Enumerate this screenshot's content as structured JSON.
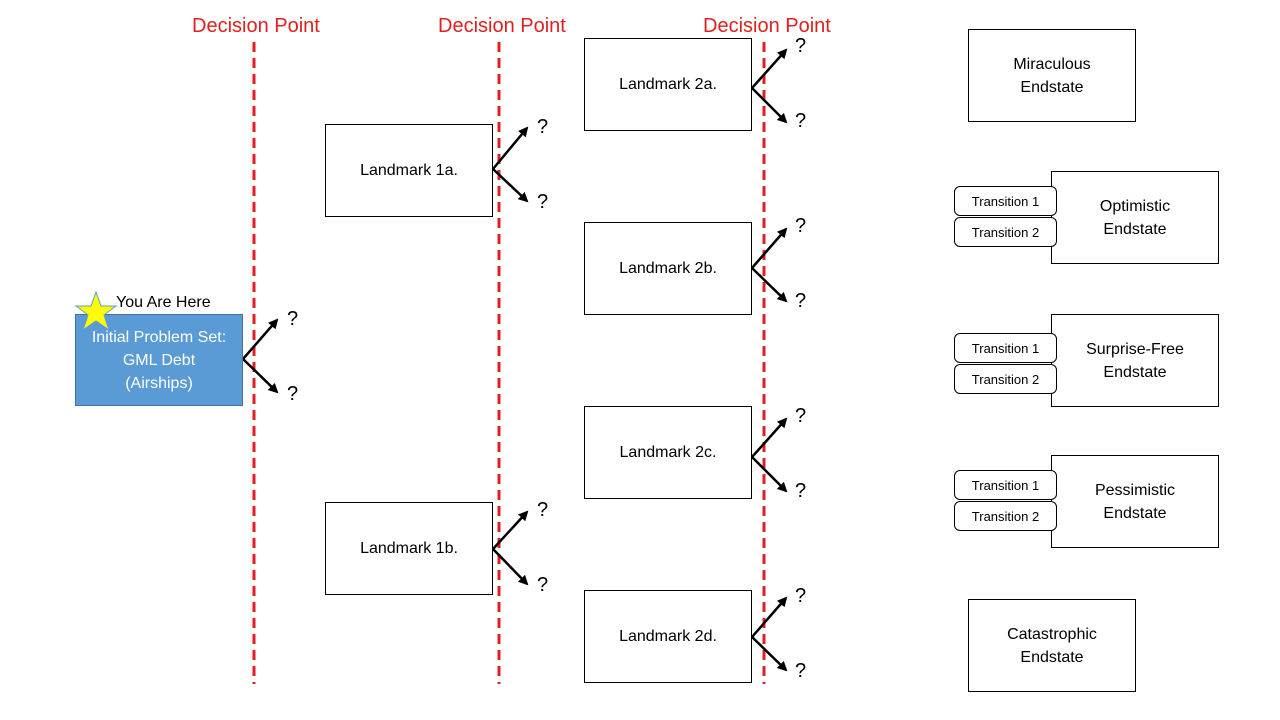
{
  "decision_label": "Decision Point",
  "question_mark": "?",
  "initial": {
    "label": "Initial Problem Set:\nGML Debt\n(Airships)",
    "you_are_here": "You Are Here",
    "fill": "#5b9bd5"
  },
  "landmarks_1": [
    "Landmark 1a.",
    "Landmark 1b."
  ],
  "landmarks_2": [
    "Landmark 2a.",
    "Landmark 2b.",
    "Landmark 2c.",
    "Landmark 2d."
  ],
  "endstates": {
    "miraculous": "Miraculous\nEndstate",
    "optimistic": "Optimistic\nEndstate",
    "surprise_free": "Surprise-Free\nEndstate",
    "pessimistic": "Pessimistic\nEndstate",
    "catastrophic": "Catastrophic\nEndstate"
  },
  "transition_1": "Transition 1",
  "transition_2": "Transition 2",
  "colors": {
    "decision_line": "#e02020",
    "star": "#ffff00"
  }
}
